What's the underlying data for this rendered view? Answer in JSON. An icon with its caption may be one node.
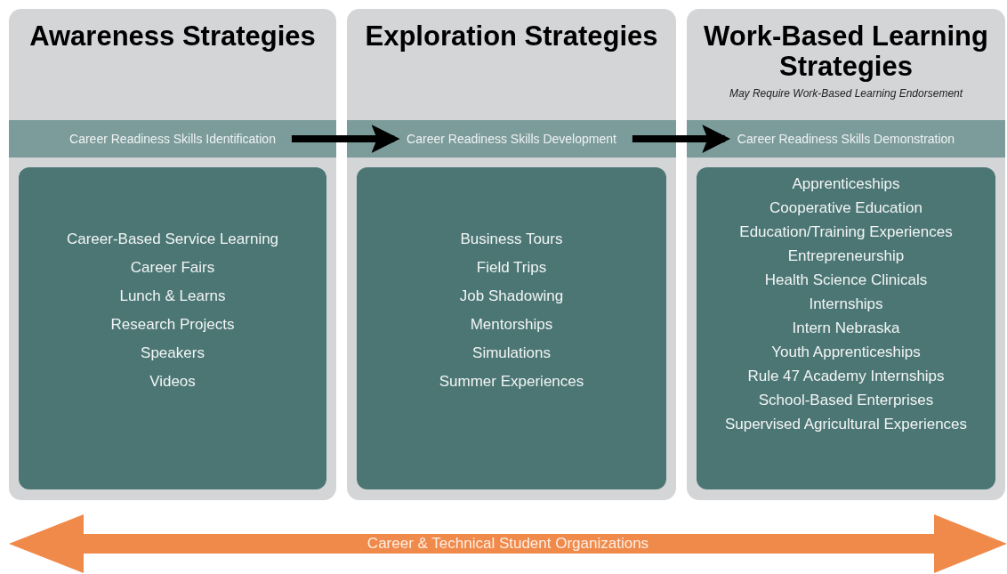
{
  "diagram": {
    "nodes": [
      {
        "text": [
          "Awareness Strategies"
        ]
      },
      {
        "text": [
          "Career Readiness Skills Identification"
        ],
        "in": 0
      },
      {
        "text": [
          "Career-Based Service Learning",
          "Career Fairs",
          "Lunch & Learns",
          "Research Projects",
          "Speakers",
          "Videos"
        ],
        "in": 0
      },
      {
        "text": [
          "Exploration Strategies"
        ]
      },
      {
        "text": [
          "Career Readiness Skills Development"
        ],
        "in": 3
      },
      {
        "text": [
          "Business Tours",
          "Field Trips",
          "Job Shadowing",
          "Mentorships",
          "Simulations",
          "Summer Experiences"
        ],
        "in": 3
      },
      {
        "text": [
          "Work-Based Learning Strategies",
          "May Require Work-Based Learning Endorsement"
        ]
      },
      {
        "text": [
          "Career Readiness Skills Demonstration"
        ],
        "in": 6
      },
      {
        "text": [
          "Apprenticeships",
          "Cooperative Education",
          "Education/Training Experiences",
          "Entrepreneurship",
          "Health Science Clinicals",
          "Internships",
          "Intern Nebraska",
          "Youth Apprenticeships",
          "Rule 47 Academy Internships",
          "School-Based Enterprises",
          "Supervised Agricultural Experiences"
        ],
        "in": 6
      },
      {
        "text": [
          "Career & Technical Student Organizations"
        ]
      }
    ],
    "edges": [
      {
        "from": 1,
        "to": 4,
        "arrow": "to"
      },
      {
        "from": 4,
        "to": 7,
        "arrow": "to"
      }
    ]
  }
}
